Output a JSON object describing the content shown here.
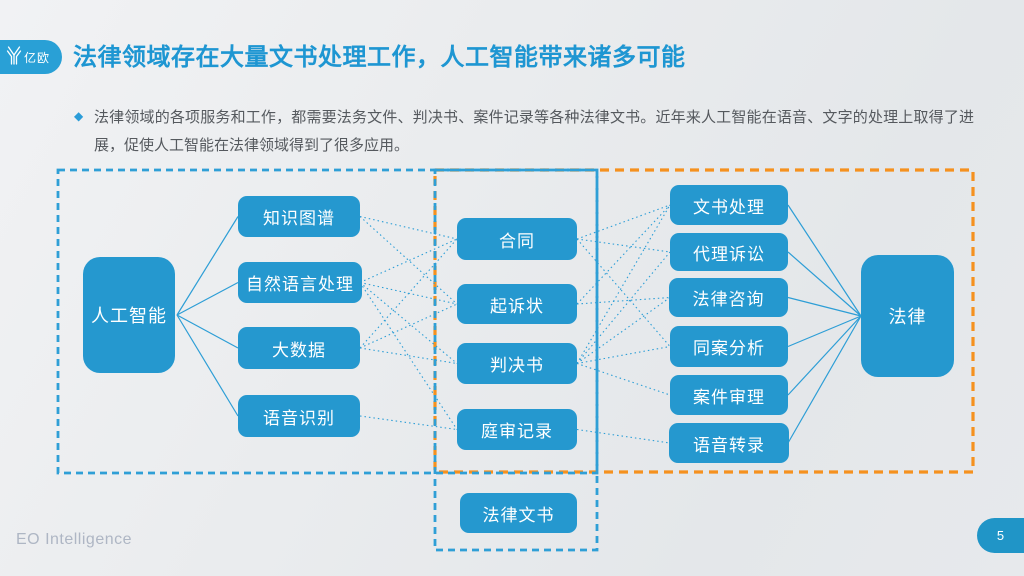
{
  "header": {
    "logo_text": "亿欧",
    "title": "法律领域存在大量文书处理工作，人工智能带来诸多可能"
  },
  "intro": {
    "bullet_icon": "diamond",
    "text": "法律领域的各项服务和工作，都需要法务文件、判决书、案件记录等各种法律文书。近年来人工智能在语音、文字的处理上取得了进展，促使人工智能在法律领域得到了很多应用。"
  },
  "diagram": {
    "source_node": "人工智能",
    "target_node": "法律",
    "tech_nodes": [
      "知识图谱",
      "自然语言处理",
      "大数据",
      "语音识别"
    ],
    "document_nodes": [
      "合同",
      "起诉状",
      "判决书",
      "庭审记录"
    ],
    "document_category_node": "法律文书",
    "application_nodes": [
      "文书处理",
      "代理诉讼",
      "法律咨询",
      "同案分析",
      "案件审理",
      "语音转录"
    ],
    "connections": {
      "tech_to_documents": [
        [
          0,
          0
        ],
        [
          0,
          1
        ],
        [
          1,
          0
        ],
        [
          1,
          1
        ],
        [
          1,
          2
        ],
        [
          1,
          3
        ],
        [
          2,
          0
        ],
        [
          2,
          1
        ],
        [
          2,
          2
        ],
        [
          3,
          3
        ]
      ],
      "documents_to_applications": [
        [
          0,
          0
        ],
        [
          0,
          1
        ],
        [
          0,
          3
        ],
        [
          1,
          0
        ],
        [
          1,
          2
        ],
        [
          2,
          0
        ],
        [
          2,
          1
        ],
        [
          2,
          2
        ],
        [
          2,
          3
        ],
        [
          2,
          4
        ],
        [
          3,
          5
        ]
      ]
    },
    "colors": {
      "node_fill": "#2598cf",
      "dashed_blue": "#2f9fd6",
      "dashed_orange": "#f5911f",
      "connector_blue": "#2d9ed6",
      "title_blue": "#1e96d2"
    }
  },
  "footer": {
    "brand": "EO Intelligence",
    "page_number": "5"
  }
}
